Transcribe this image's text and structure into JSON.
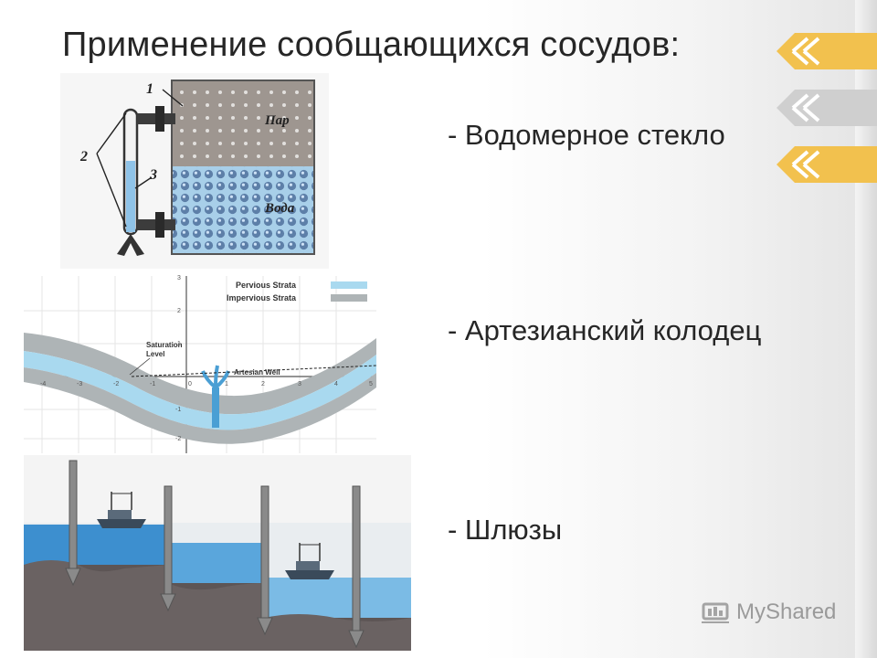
{
  "slide": {
    "title": "Применение сообщающихся сосудов:",
    "bullets": [
      "- Водомерное стекло",
      "- Артезианский колодец",
      "- Шлюзы"
    ]
  },
  "figure_water_gauge": {
    "label_1": "1",
    "label_2": "2",
    "label_3": "3",
    "steam_label": "Пар",
    "water_label": "Вода"
  },
  "figure_artesian": {
    "legend_pervious": "Pervious Strata",
    "legend_impervious": "Impervious Strata",
    "saturation_label_1": "Saturation",
    "saturation_label_2": "Level",
    "well_label": "Artesian Well",
    "x_ticks": [
      "-4",
      "-3",
      "-2",
      "-1",
      "0",
      "1",
      "2",
      "3",
      "4",
      "5"
    ],
    "y_ticks": [
      "3",
      "2",
      "1",
      "-1",
      "-2"
    ]
  },
  "watermark": {
    "text": "MyShared"
  },
  "colors": {
    "accent_arrow": "#f2c14e",
    "water": "#4a9fd4",
    "pervious": "#a9d9ef",
    "impervious": "#aeb4b6"
  }
}
